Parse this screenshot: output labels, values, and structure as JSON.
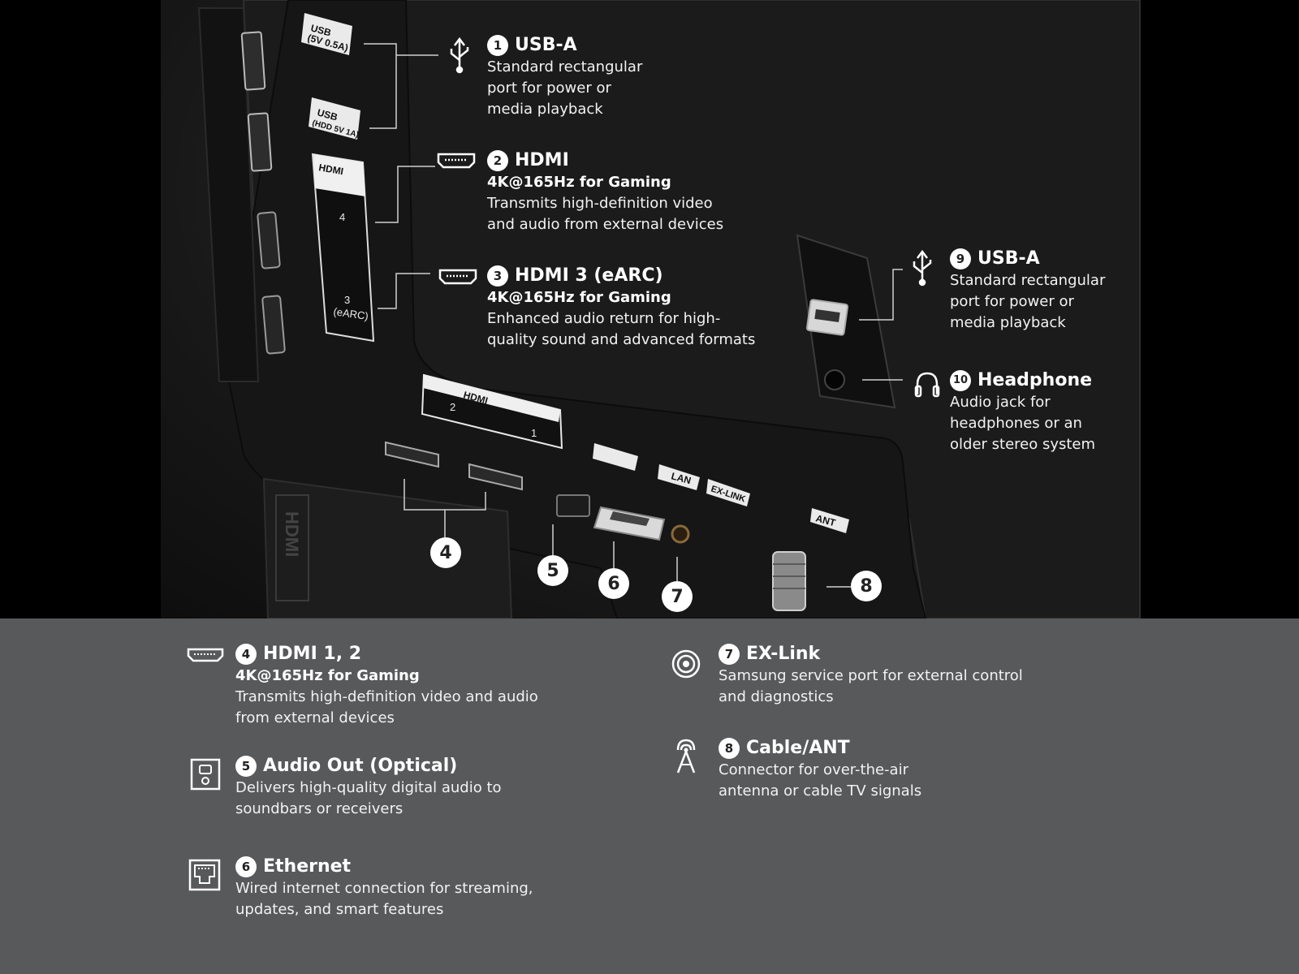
{
  "callouts": [
    {
      "num": "1",
      "title": "USB-A",
      "lines": [
        "Standard rectangular",
        "port for power or",
        "media playback"
      ]
    },
    {
      "num": "2",
      "title": "HDMI",
      "bold": "4K@165Hz for Gaming",
      "lines": [
        "Transmits high-definition video",
        "and audio from external devices"
      ]
    },
    {
      "num": "3",
      "title": "HDMI 3 (eARC)",
      "bold": "4K@165Hz for Gaming",
      "lines": [
        "Enhanced audio return for high-",
        "quality sound and advanced formats"
      ]
    },
    {
      "num": "9",
      "title": "USB-A",
      "lines": [
        "Standard rectangular",
        "port for power or",
        "media playback"
      ]
    },
    {
      "num": "10",
      "title": "Headphone",
      "lines": [
        "Audio jack for",
        "headphones or an",
        "older stereo system"
      ]
    }
  ],
  "port_numbers": [
    "4",
    "5",
    "6",
    "7",
    "8"
  ],
  "panel_labels": {
    "usb1": [
      "USB",
      "(5V 0.5A)"
    ],
    "usb2": [
      "USB",
      "(HDD 5V 1A)"
    ],
    "hdmi_side": "HDMI",
    "hdmi4": "4",
    "hdmi3": [
      "3",
      "(eARC)"
    ],
    "hdmi_bottom": "HDMI",
    "hdmi_bottom_2": "2",
    "hdmi_bottom_1": "1",
    "lan": "LAN",
    "exlink": "EX-LINK",
    "ant": "ANT",
    "sticker": "HDMI"
  },
  "legend": [
    {
      "num": "4",
      "icon": "hdmi-icon",
      "title": "HDMI 1, 2",
      "bold": "4K@165Hz for Gaming",
      "lines": [
        "Transmits high-definition video and audio",
        "from external devices"
      ]
    },
    {
      "num": "5",
      "icon": "optical-audio-icon",
      "title": "Audio Out (Optical)",
      "lines": [
        "Delivers high-quality digital audio to",
        "soundbars or receivers"
      ]
    },
    {
      "num": "6",
      "icon": "ethernet-icon",
      "title": "Ethernet",
      "lines": [
        "Wired internet connection for streaming,",
        "updates, and smart features"
      ]
    },
    {
      "num": "7",
      "icon": "ex-link-icon",
      "title": "EX-Link",
      "lines": [
        "Samsung service port for external control",
        "and diagnostics"
      ]
    },
    {
      "num": "8",
      "icon": "antenna-icon",
      "title": "Cable/ANT",
      "lines": [
        "Connector for over-the-air",
        "antenna or cable TV signals"
      ]
    }
  ],
  "colors": {
    "legend_bg": "#58595b",
    "photo_bg": "#1e1e1e",
    "accent": "#ffffff"
  }
}
